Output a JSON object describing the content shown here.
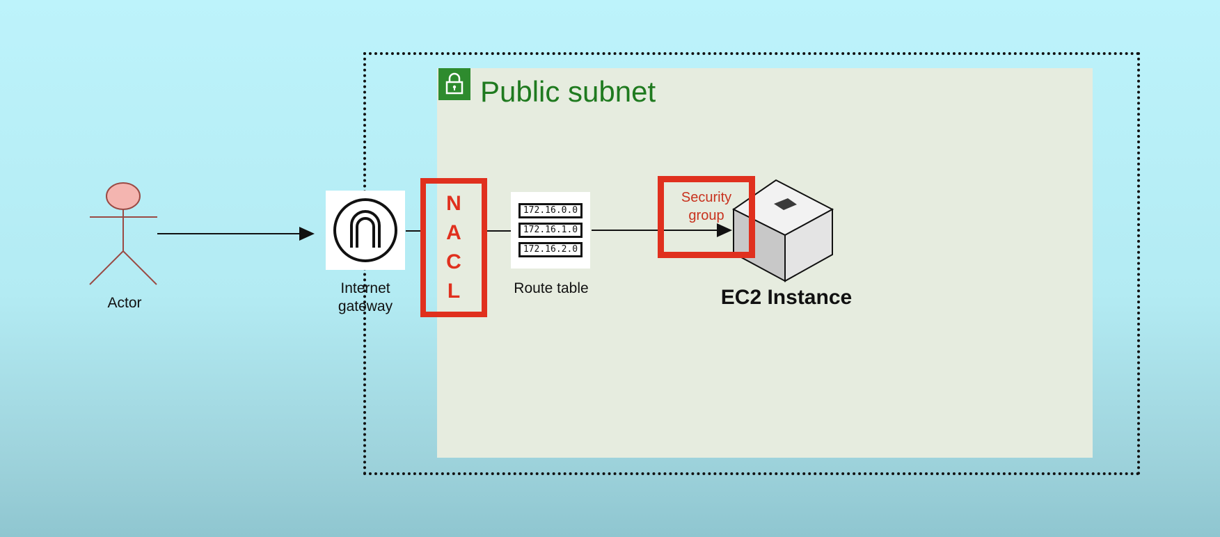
{
  "diagram": {
    "subnet_title": "Public subnet",
    "actor_label": "Actor",
    "igw_label_line1": "Internet",
    "igw_label_line2": "gateway",
    "nacl_letters": [
      "N",
      "A",
      "C",
      "L"
    ],
    "route_entries": [
      "172.16.0.0",
      "172.16.1.0",
      "172.16.2.0"
    ],
    "route_table_label": "Route table",
    "sg_label_line1": "Security",
    "sg_label_line2": "group",
    "ec2_label": "EC2 Instance"
  },
  "colors": {
    "background": "#bdf3fb",
    "subnet_fill": "#e6ecdf",
    "subnet_accent": "#2e8b2e",
    "highlight_red": "#e0301e",
    "actor_fill": "#f4b5b0"
  },
  "icons": {
    "subnet": "lock-icon",
    "gateway": "arch-gateway-icon",
    "instance": "server-cube-icon"
  }
}
